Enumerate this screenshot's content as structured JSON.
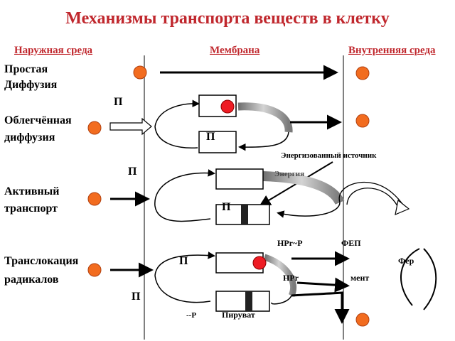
{
  "title": "Механизмы транспорта веществ в клетку",
  "headers": {
    "outside": "Наружная среда",
    "membrane": "Мембрана",
    "inside": "Внутренняя среда"
  },
  "rows": {
    "simple": {
      "line1": "Простая",
      "line2": "Диффузия"
    },
    "facilitated": {
      "line1": "Облегчённая",
      "line2": "диффузия"
    },
    "active": {
      "line1": "Активный",
      "line2": "транспорт"
    },
    "translocation": {
      "line1": "Транслокация",
      "line2": "радикалов"
    }
  },
  "carrier_letter": "П",
  "energy": {
    "source": "Энергизованный источник",
    "energy": "Энергия"
  },
  "pts": {
    "hpr_p": "HPr~P",
    "fep": "ФЕП",
    "fer": "Фер",
    "hpr": "HPr",
    "ment": "мент",
    "p_suffix": "--P",
    "pyruvate": "Пируват"
  },
  "colors": {
    "title": "#c0272d",
    "molecule": "#f26c1f",
    "red_ball": "#ee1c24",
    "gray_band": "#8c8c8c"
  }
}
